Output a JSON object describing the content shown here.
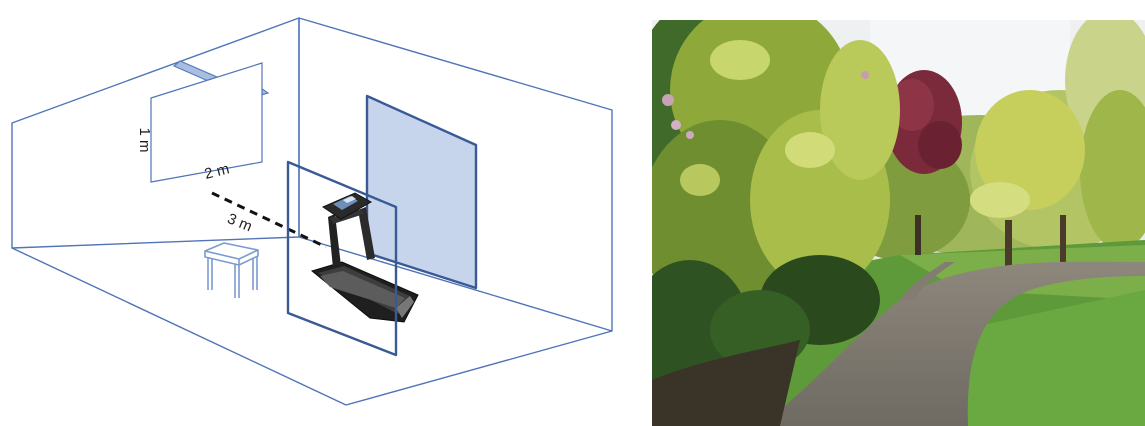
{
  "room_diagram": {
    "screen_height_label": "1 m",
    "screen_width_label": "2 m",
    "viewing_distance_label": "3 m"
  },
  "photo": {
    "subject": "park-footpath-through-trees"
  },
  "colors": {
    "room_outline": "#4f74b8",
    "panel_fill": "#c6d4ec",
    "panel_stroke": "#3a5a96",
    "stool": "#7b9bd0",
    "projector": "#a9bde0",
    "treadmill": "#1c1c1c",
    "path": "#8c8478",
    "grass": "#5e9a3a"
  }
}
